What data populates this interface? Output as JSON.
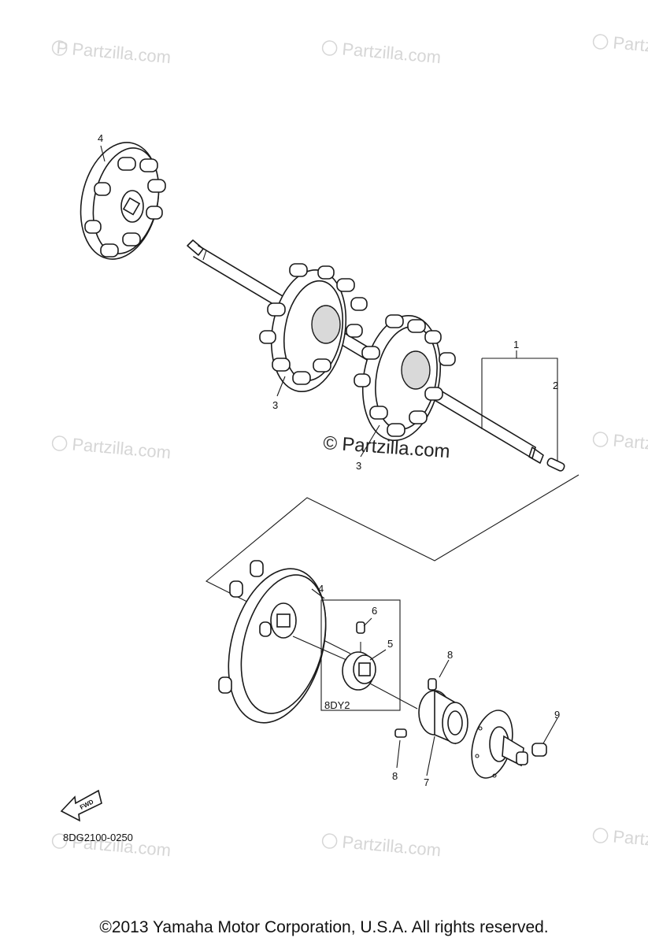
{
  "watermark": {
    "text": "Partzilla.com"
  },
  "center_watermark": {
    "symbol": "©",
    "text": "Partzilla.com"
  },
  "callouts": {
    "c1": "1",
    "c2": "2",
    "c3a": "3",
    "c3b": "3",
    "c4a": "4",
    "c4b": "4",
    "c5": "5",
    "c6": "6",
    "c7": "7",
    "c8a": "8",
    "c8b": "8",
    "c9": "9"
  },
  "box_label": "8DY2",
  "fwd_label": "FWD",
  "diagram_code": "8DG2100-0250",
  "copyright": "©2013  Yamaha Motor Corporation, U.S.A. All rights reserved."
}
